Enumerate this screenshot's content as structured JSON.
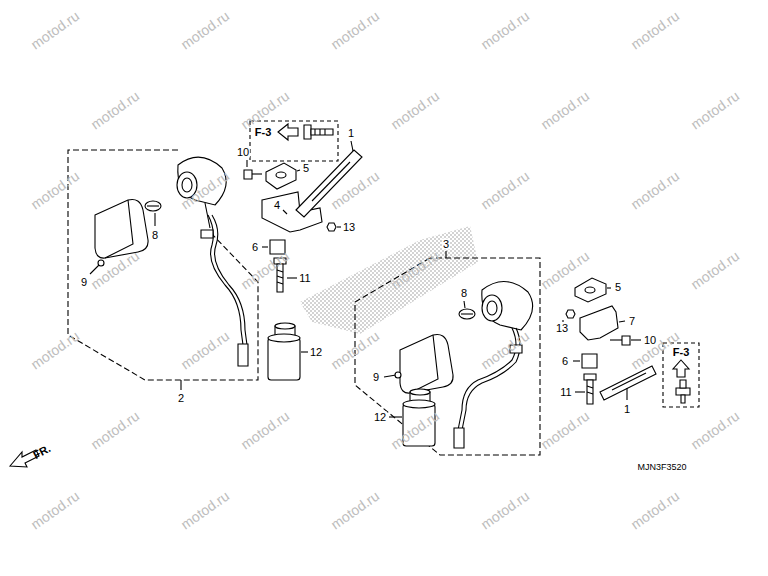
{
  "diagram": {
    "labels": [
      "F-3",
      "1",
      "10",
      "5",
      "4",
      "13",
      "6",
      "11",
      "8",
      "9",
      "2",
      "12",
      "3",
      "8",
      "5",
      "13",
      "7",
      "10",
      "9",
      "6",
      "12",
      "11",
      "1",
      "F-3",
      "FR.",
      "MJN3F3520",
      "motod.ru",
      "motod.ru",
      "motod.ru",
      "motod.ru",
      "motod.ru",
      "motod.ru",
      "motod.ru",
      "motod.ru",
      "motod.ru",
      "motod.ru",
      "motod.ru",
      "motod.ru",
      "motod.ru",
      "motod.ru",
      "motod.ru",
      "motod.ru",
      "motod.ru",
      "motod.ru",
      "motod.ru",
      "motod.ru",
      "motod.ru",
      "motod.ru",
      "motod.ru",
      "motod.ru",
      "motod.ru",
      "motod.ru",
      "motod.ru",
      "motod.ru",
      "motod.ru",
      "motod.ru",
      "motod.ru",
      "motod.ru",
      "motod.ru",
      "motod.ru",
      "motod.ru"
    ]
  }
}
